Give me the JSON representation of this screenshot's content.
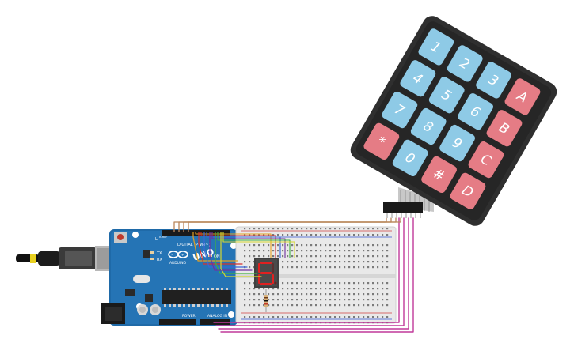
{
  "arduino": {
    "brand": "ARDUINO",
    "model": "UNO",
    "digital_label": "DIGITAL (PWM~)",
    "power_label": "POWER",
    "analog_label": "ANALOG IN",
    "tx_label": "TX",
    "rx_label": "RX",
    "on_label": "ON",
    "l_label": "L",
    "ioref_label": "IOREF"
  },
  "keypad": {
    "keys": [
      [
        "1",
        "2",
        "3",
        "A"
      ],
      [
        "4",
        "5",
        "6",
        "B"
      ],
      [
        "7",
        "8",
        "9",
        "C"
      ],
      [
        "*",
        "0",
        "#",
        "D"
      ]
    ],
    "digit_color": "#8ecae6",
    "letter_color": "#e57c85",
    "body_color": "#2b2b2b"
  },
  "seven_segment": {
    "display_digit": "6",
    "segment_color": "#e02020"
  },
  "wire_colors": {
    "keypad": "#c0399a",
    "keypad_top": "#b9865a",
    "display": [
      "#e6a020",
      "#d43030",
      "#3a66d8",
      "#7030a0",
      "#40b040",
      "#d8d830"
    ]
  }
}
